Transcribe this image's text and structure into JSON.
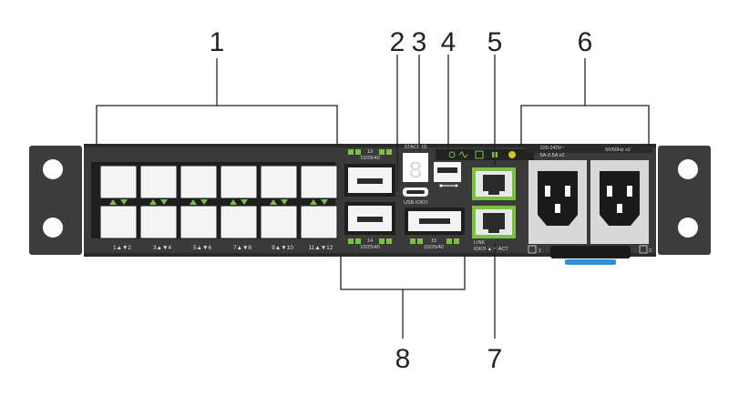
{
  "callouts": {
    "c1": "1",
    "c2": "2",
    "c3": "3",
    "c4": "4",
    "c5": "5",
    "c6": "6",
    "c7": "7",
    "c8": "8"
  },
  "port_labels": [
    "1▲▼2",
    "3▲▼4",
    "5▲▼6",
    "7▲▼8",
    "9▲▼10",
    "11▲▼12"
  ],
  "module_labels": {
    "top": "13",
    "middle_left": "14",
    "middle_right": "15",
    "port_speed": "10/25/40"
  },
  "panel_text": {
    "stack_id_label": "STACK ID",
    "stack_digit": "8",
    "usb_label": "USB IOIOI",
    "link_label": "LINK",
    "link_act_label": "IOIOI ▲▼ ACT",
    "psu1_rating": "100-240V~",
    "psu1_current": "5A-2.5A x2",
    "psu2_rating": "50/60Hz x2",
    "psu1_id": "1",
    "psu2_id": "2"
  },
  "colors": {
    "chassis": "#3a3a3a",
    "led_green": "#7bc043",
    "latch_blue": "#2f8fd8",
    "bracket": "#333333"
  },
  "icons": [
    "usb-symbol-icon",
    "network-icon",
    "power-icon",
    "ac-inlet-icon"
  ]
}
